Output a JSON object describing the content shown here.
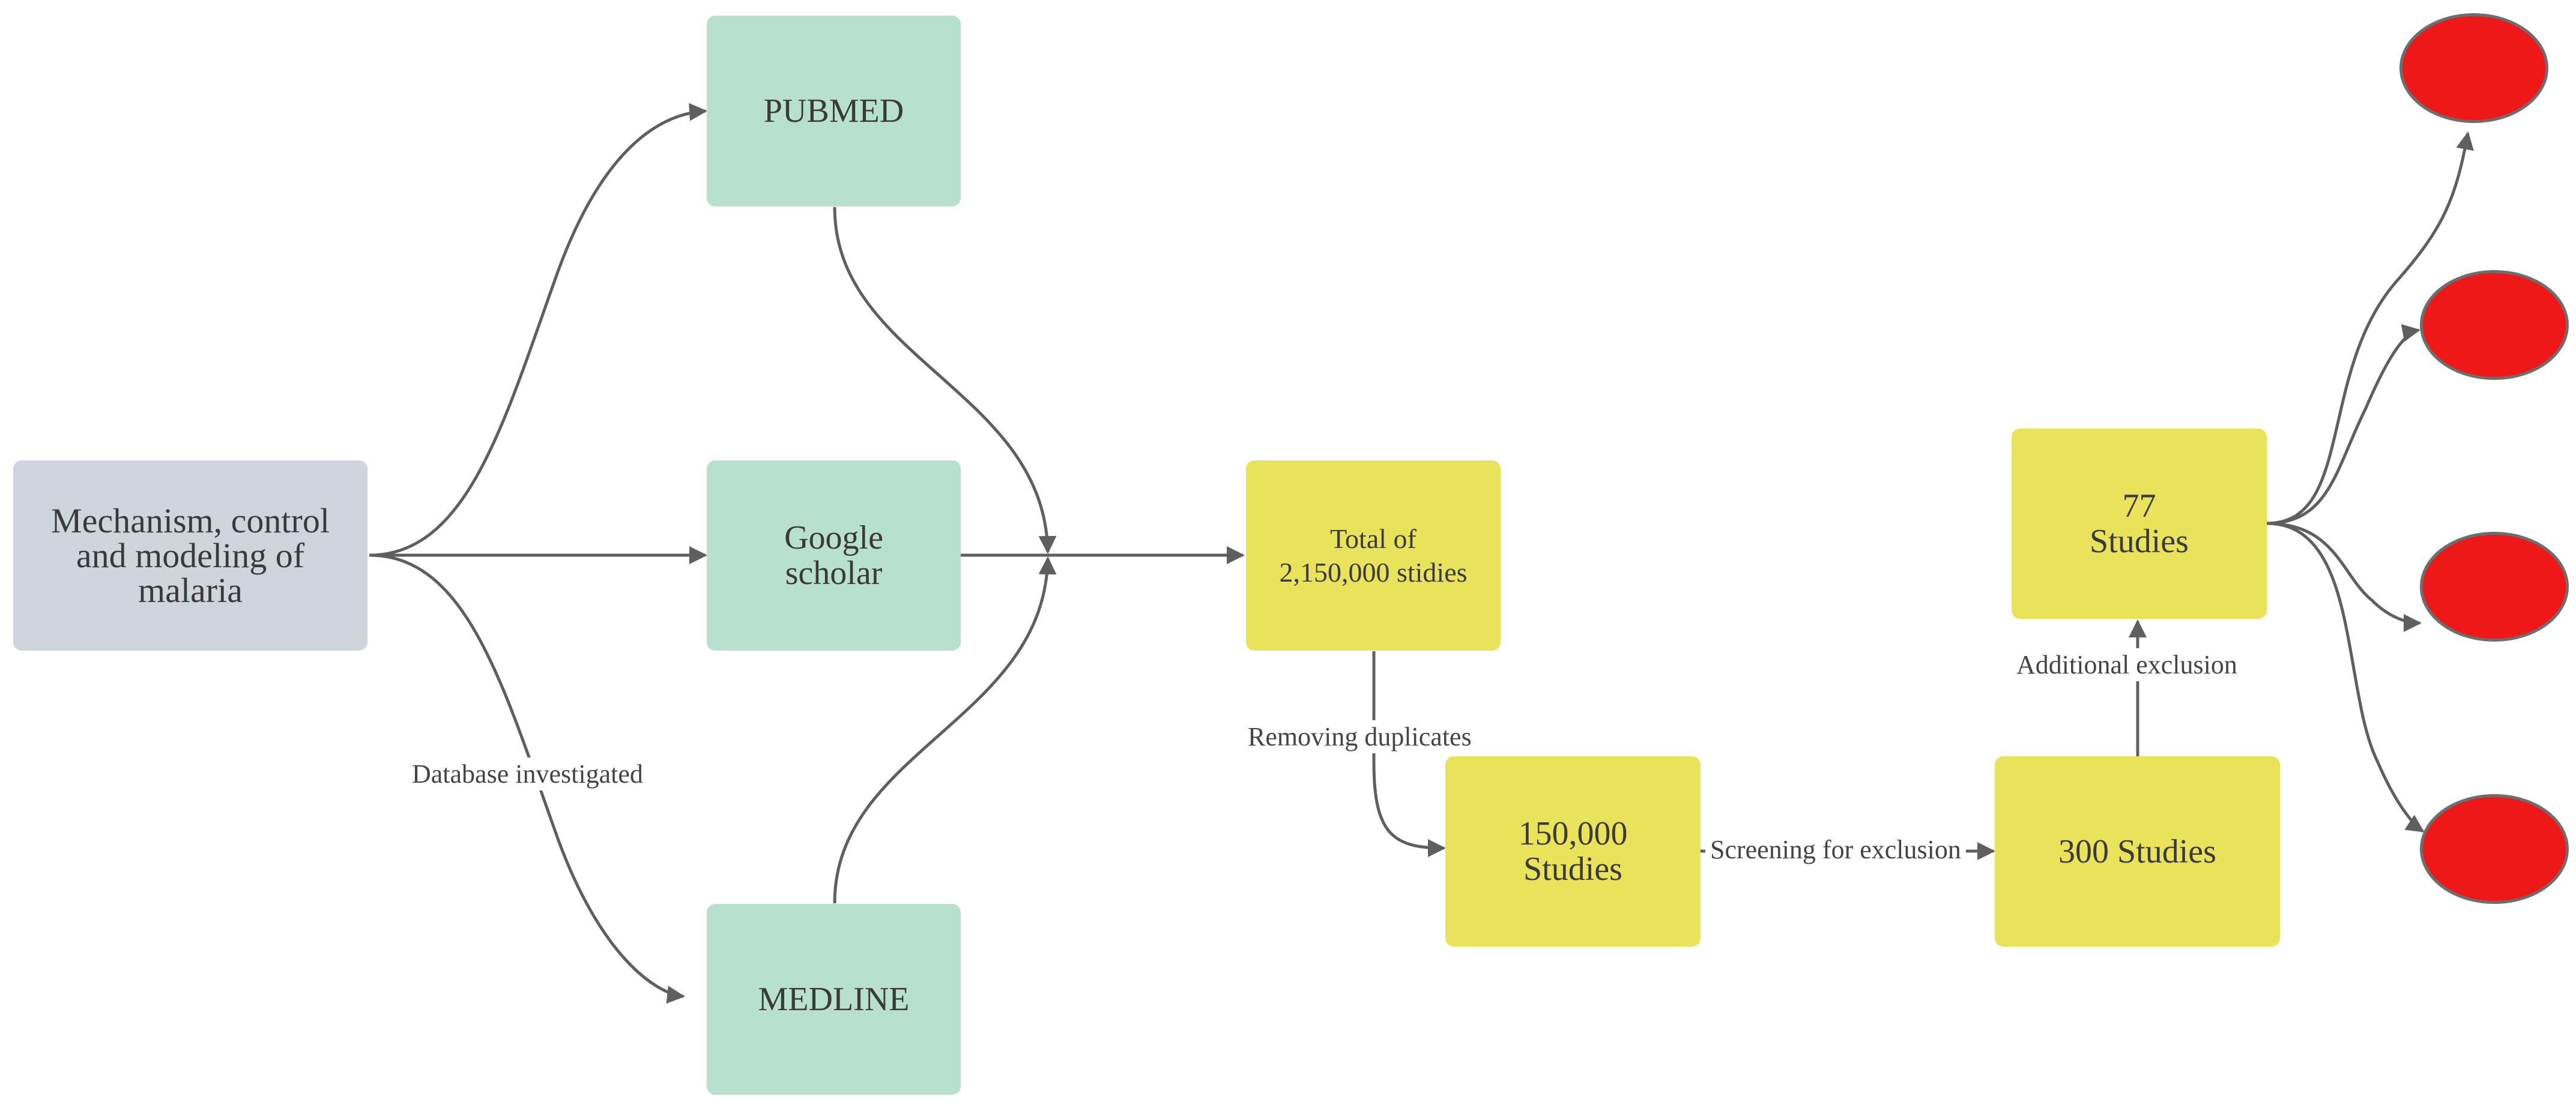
{
  "nodes": {
    "topic": "Mechanism, control\nand modeling of\nmalaria",
    "pubmed": "PUBMED",
    "google_scholar": "Google\nscholar",
    "medline": "MEDLINE",
    "total": "Total of\n2,150,000 stidies",
    "studies_150000": "150,000\nStudies",
    "studies_300": "300 Studies",
    "studies_77": "77\nStudies"
  },
  "edge_labels": {
    "database": "Database investigated",
    "duplicates": "Removing duplicates",
    "screening": "Screening for exclusion",
    "additional": "Additional exclusion"
  },
  "colors": {
    "topic": "#cfd5dd",
    "database": "#b7e0cf",
    "studies": "#e8e35a",
    "outcome": "#ef1818",
    "edge": "#5f5f5f"
  }
}
